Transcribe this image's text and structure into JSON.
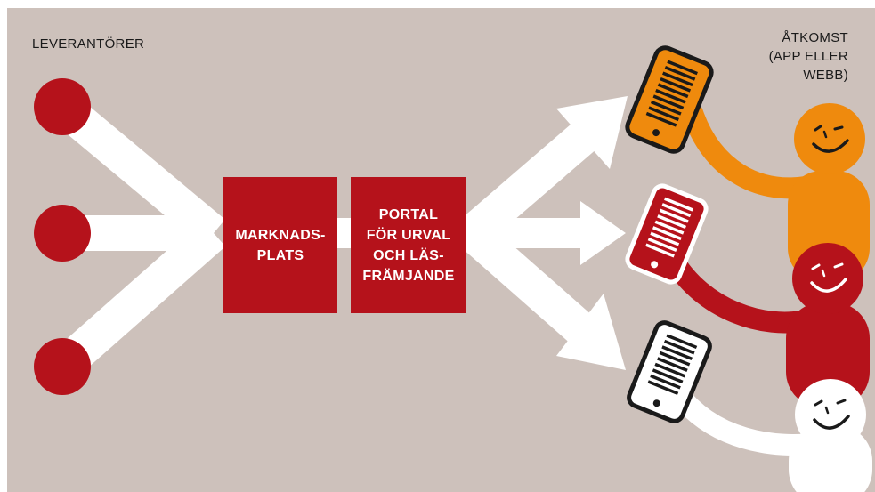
{
  "labels": {
    "suppliers": "LEVERANTÖRER",
    "access": "ÅTKOMST\n(APP ELLER\nWEBB)"
  },
  "boxes": {
    "marketplace": "MARKNADS-\nPLATS",
    "portal": "PORTAL\nFÖR URVAL\nOCH LÄS-\nFRÄMJANDE"
  },
  "colors": {
    "background": "#cdc1bb",
    "red": "#b5121b",
    "orange": "#ef8a0d",
    "white": "#ffffff",
    "ink": "#1a1a1a"
  },
  "icons": {
    "supplier_nodes": [
      "supplier-node-icon",
      "supplier-node-icon",
      "supplier-node-icon"
    ],
    "people": [
      "orange-reader-icon",
      "red-reader-icon",
      "white-reader-icon"
    ],
    "devices": [
      "orange-phone-icon",
      "red-phone-icon",
      "white-phone-icon"
    ]
  }
}
